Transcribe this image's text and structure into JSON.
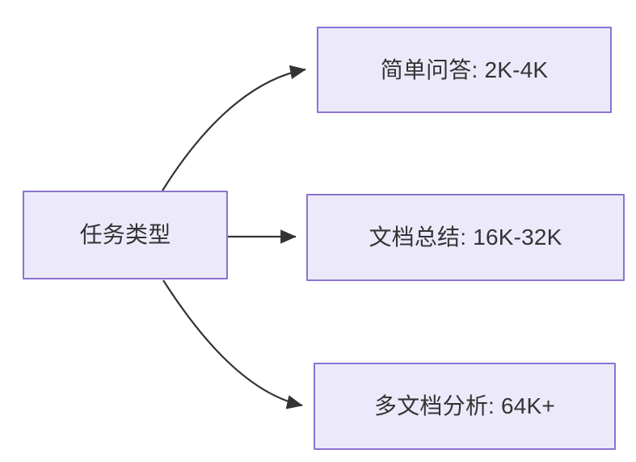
{
  "diagram": {
    "type": "flowchart",
    "direction": "left-to-right",
    "background_color": "#FFFFFF",
    "node_fill_color": "#ECEAFA",
    "node_border_color": "#8C72D4",
    "node_text_color": "#333333",
    "edge_color": "#333333",
    "root": {
      "id": "root",
      "label": "任务类型"
    },
    "branches": [
      {
        "id": "simple-qa",
        "label": "简单问答: 2K-4K",
        "task": "简单问答",
        "token_range": "2K-4K",
        "edge_style": "curved",
        "arrow": "filled-triangle"
      },
      {
        "id": "doc-sum",
        "label": "文档总结: 16K-32K",
        "task": "文档总结",
        "token_range": "16K-32K",
        "edge_style": "straight",
        "arrow": "filled-triangle"
      },
      {
        "id": "multi-doc",
        "label": "多文档分析: 64K+",
        "task": "多文档分析",
        "token_range": "64K+",
        "edge_style": "curved",
        "arrow": "filled-triangle"
      }
    ]
  }
}
